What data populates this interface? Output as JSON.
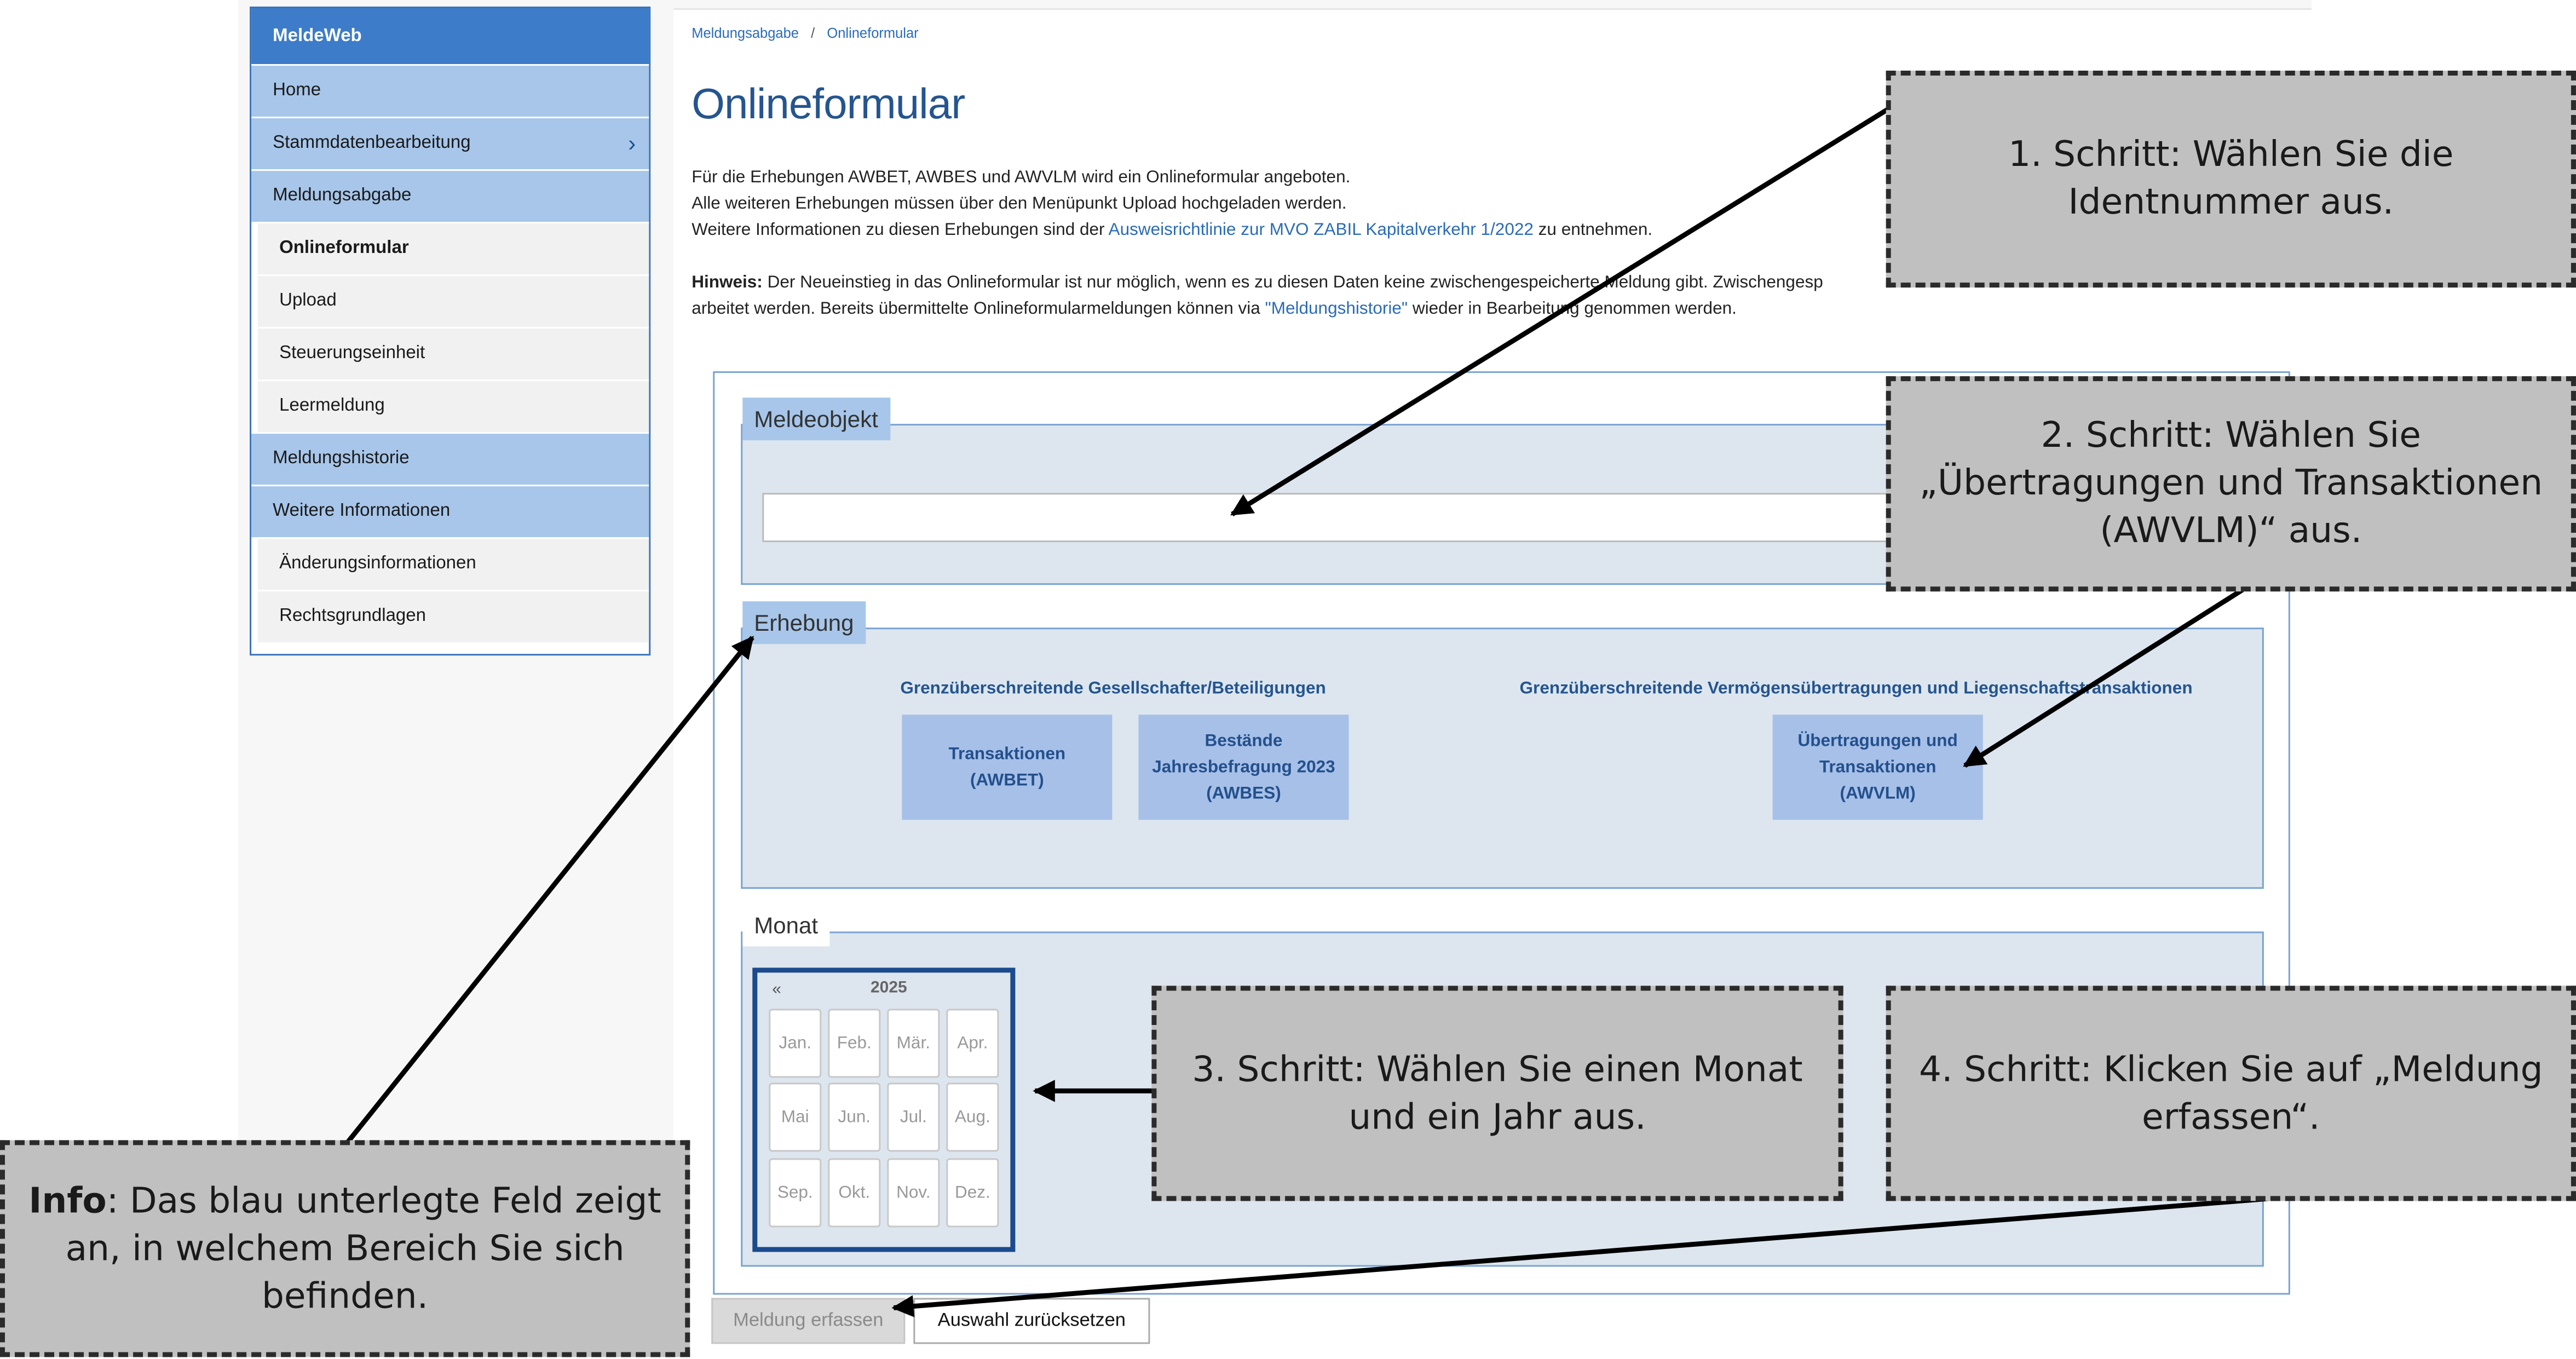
{
  "sidebar": {
    "brand": "MeldeWeb",
    "items": [
      {
        "label": "Home"
      },
      {
        "label": "Stammdatenbearbeitung"
      },
      {
        "label": "Meldungsabgabe"
      },
      {
        "label": "Onlineformular"
      },
      {
        "label": "Upload"
      },
      {
        "label": "Steuerungseinheit"
      },
      {
        "label": "Leermeldung"
      },
      {
        "label": "Meldungshistorie"
      },
      {
        "label": "Weitere Informationen"
      },
      {
        "label": "Änderungsinformationen"
      },
      {
        "label": "Rechtsgrundlagen"
      }
    ]
  },
  "breadcrumb": {
    "first": "Meldungsabgabe",
    "separator": "/",
    "second": "Onlineformular"
  },
  "page_title": "Onlineformular",
  "intro": {
    "line1": "Für die Erhebungen AWBET, AWBES und AWVLM wird ein Onlineformular angeboten.",
    "line2": "Alle weiteren Erhebungen müssen über den Menüpunkt Upload hochgeladen werden.",
    "line3_pre": "Weitere Informationen zu diesen Erhebungen sind der ",
    "line3_link": "Ausweisrichtlinie zur MVO ZABIL Kapitalverkehr 1/2022",
    "line3_post": " zu entnehmen."
  },
  "hint": {
    "label": "Hinweis:",
    "line1": " Der Neueinstieg in das Onlineformular ist nur möglich, wenn es zu diesen Daten keine zwischengespeicherte Meldung gibt. Zwischengesp",
    "line2_pre": "arbeitet werden. Bereits übermittelte Onlineformularmeldungen können via ",
    "line2_link": "\"Meldungshistorie\"",
    "line2_post": " wieder in Bearbeitung genommen werden."
  },
  "form": {
    "meldeobjekt_legend": "Meldeobjekt",
    "meldeobjekt_value": "",
    "erhebung_legend": "Erhebung",
    "group1_title": "Grenzüberschreitende Gesellschafter/Beteiligungen",
    "group2_title": "Grenzüberschreitende Vermögensübertragungen und Liegenschaftstransaktionen",
    "tile_awbet_1": "Transaktionen",
    "tile_awbet_2": "(AWBET)",
    "tile_awbes_1": "Bestände",
    "tile_awbes_2": "Jahresbefragung 2023",
    "tile_awbes_3": "(AWBES)",
    "tile_awvlm_1": "Übertragungen und",
    "tile_awvlm_2": "Transaktionen",
    "tile_awvlm_3": "(AWVLM)",
    "monat_legend": "Monat",
    "calendar": {
      "prev": "«",
      "year": "2025",
      "months": [
        "Jan.",
        "Feb.",
        "Mär.",
        "Apr.",
        "Mai",
        "Jun.",
        "Jul.",
        "Aug.",
        "Sep.",
        "Okt.",
        "Nov.",
        "Dez."
      ]
    },
    "submit_label": "Meldung erfassen",
    "reset_label": "Auswahl zurücksetzen"
  },
  "callouts": {
    "step1": "1. Schritt: Wählen Sie die Identnummer aus.",
    "step2": "2. Schritt: Wählen Sie „Übertragungen und Transaktionen (AWVLM)“ aus.",
    "step3": "3. Schritt: Wählen Sie einen Monat und ein Jahr aus.",
    "step4": "4. Schritt: Klicken Sie auf „Meldung erfassen“.",
    "info_label": "Info",
    "info_text": ": Das blau unterlegte Feld zeigt an, in welchem Bereich Sie sich befinden."
  },
  "colors": {
    "brand": "#3d7cc9",
    "nav": "#a7c6ea",
    "title": "#25558f",
    "link": "#2a6bb7",
    "callout": "#c0c0c0"
  }
}
